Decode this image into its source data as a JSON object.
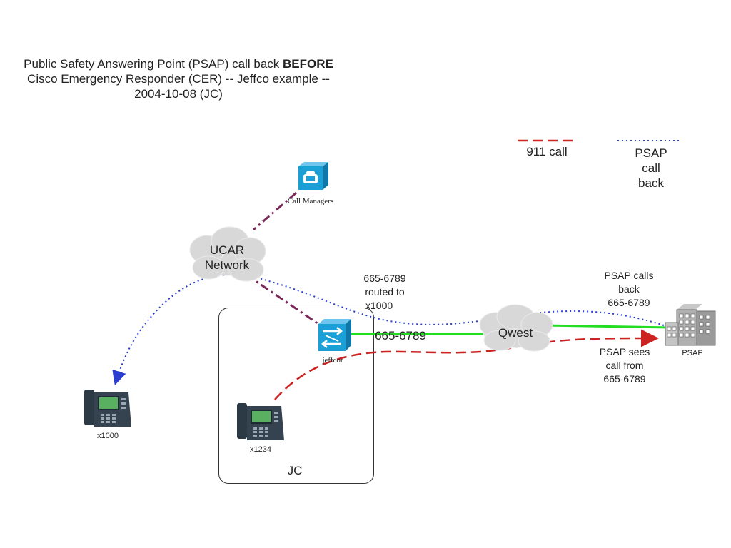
{
  "title": {
    "line1_prefix": "Public Safety Answering Point (PSAP) call back ",
    "line1_bold": "BEFORE",
    "line2": "Cisco Emergency Responder (CER) -- Jeffco example --",
    "line3": "2004-10-08 (JC)"
  },
  "legend": {
    "call_911": "911 call",
    "psap_callback": [
      "PSAP",
      "call",
      "back"
    ],
    "colors": {
      "call_911": "#cc2222",
      "psap_callback": "#2a3fd0"
    }
  },
  "nodes": {
    "call_managers": "Call Managers",
    "ucar_network": [
      "UCAR",
      "Network"
    ],
    "jeffcor": "jeffcor",
    "qwest": "Qwest",
    "psap": "PSAP",
    "phone_x1000": "x1000",
    "phone_x1234": "x1234",
    "jc_site": "JC"
  },
  "annotations": {
    "routed": [
      "665-6789",
      "routed to",
      "x1000"
    ],
    "trunk_number": "665-6789",
    "psap_calls_back": [
      "PSAP calls",
      "back",
      "665-6789"
    ],
    "psap_sees": [
      "PSAP sees",
      "call from",
      "665-6789"
    ]
  },
  "colors": {
    "trunk_green": "#22dd22",
    "mgmt_link": "#7a2a5a",
    "cloud": "#d6d6d6",
    "cisco_blue": "#1a9fd6"
  }
}
